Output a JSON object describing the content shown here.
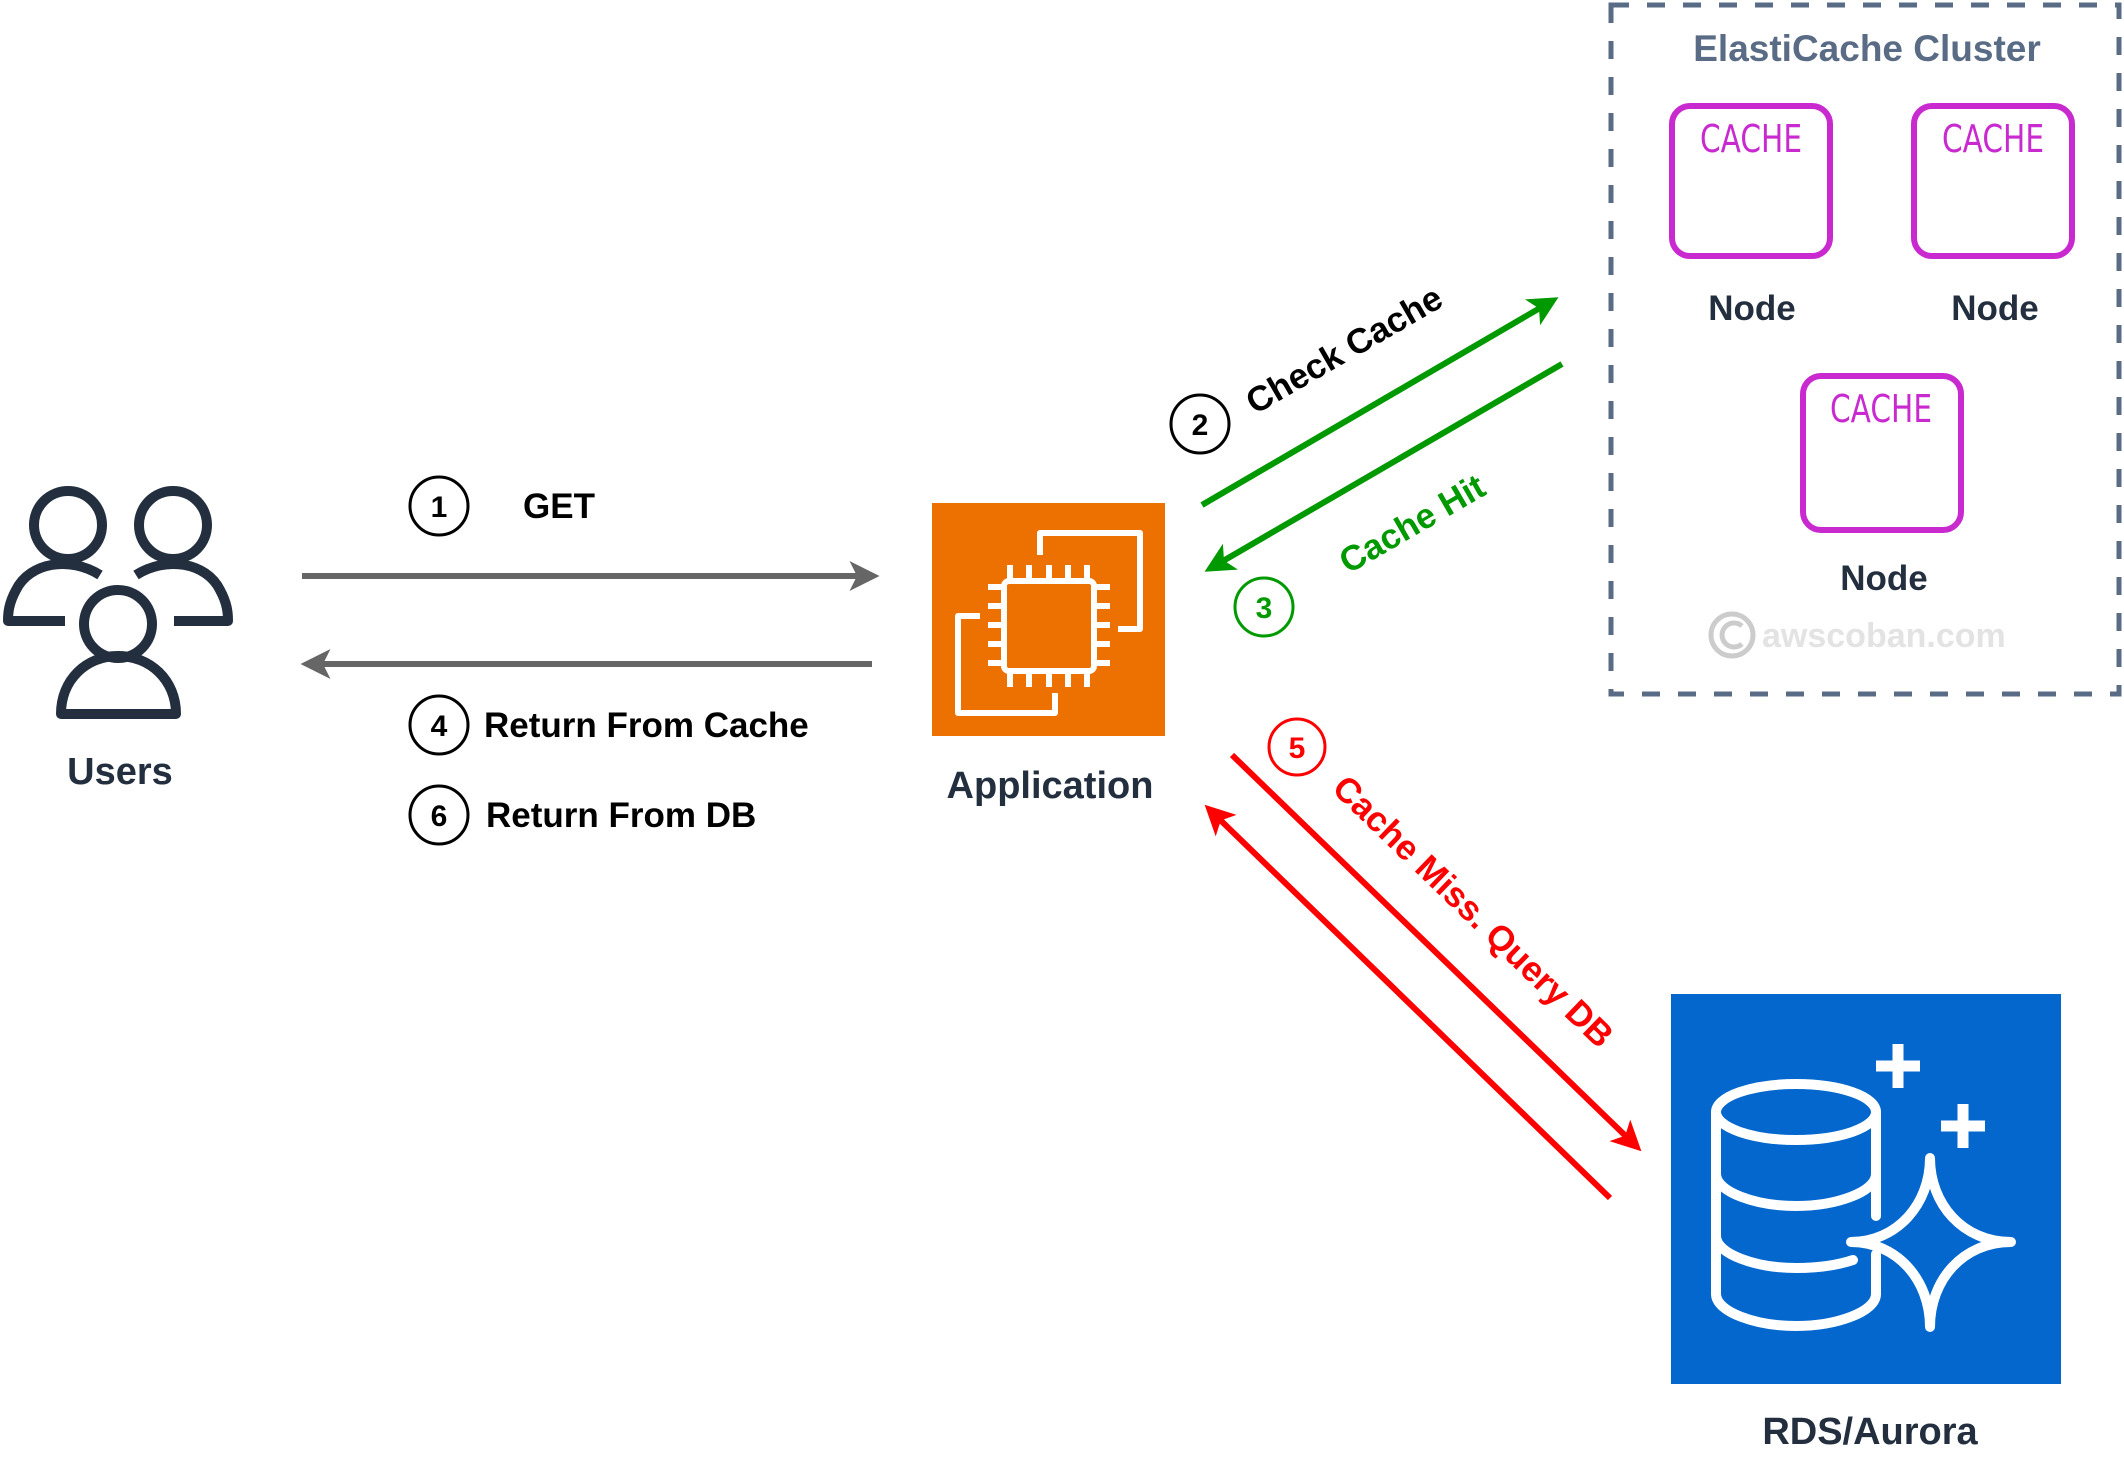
{
  "colors": {
    "icon_dark": "#232F3E",
    "application_orange": "#ED7100",
    "database_blue": "#0467CD",
    "cache_magenta": "#C92AD0",
    "cluster_border": "#5A6B86",
    "request_arrow_gray": "#666666",
    "cache_flow_green": "#009900",
    "db_flow_red": "#FF0000"
  },
  "nodes": {
    "users": {
      "label": "Users",
      "icon": "users-group-icon"
    },
    "application": {
      "label": "Application",
      "icon": "ec2-instance-icon"
    },
    "database": {
      "label": "RDS/Aurora",
      "icon": "aurora-database-icon"
    },
    "cluster": {
      "title": "ElastiCache Cluster",
      "cache_nodes": [
        {
          "badge": "CACHE",
          "label": "Node"
        },
        {
          "badge": "CACHE",
          "label": "Node"
        },
        {
          "badge": "CACHE",
          "label": "Node"
        }
      ]
    }
  },
  "steps": [
    {
      "number": "1",
      "label": "GET",
      "from": "Users",
      "to": "Application",
      "color": "#000000"
    },
    {
      "number": "2",
      "label": "Check Cache",
      "from": "Application",
      "to": "ElastiCache Cluster",
      "color": "#000000"
    },
    {
      "number": "3",
      "label": "Cache Hit",
      "from": "ElastiCache Cluster",
      "to": "Application",
      "color": "#009900"
    },
    {
      "number": "4",
      "label": "Return From Cache",
      "from": "Application",
      "to": "Users",
      "color": "#000000"
    },
    {
      "number": "5",
      "label": "Cache Miss. Query DB",
      "from": "Application",
      "to": "RDS/Aurora",
      "color": "#FF0000"
    },
    {
      "number": "6",
      "label": "Return From DB",
      "from": "Application",
      "to": "Users",
      "color": "#000000"
    }
  ],
  "watermark": {
    "symbol": "©",
    "text": "awscoban.com"
  }
}
